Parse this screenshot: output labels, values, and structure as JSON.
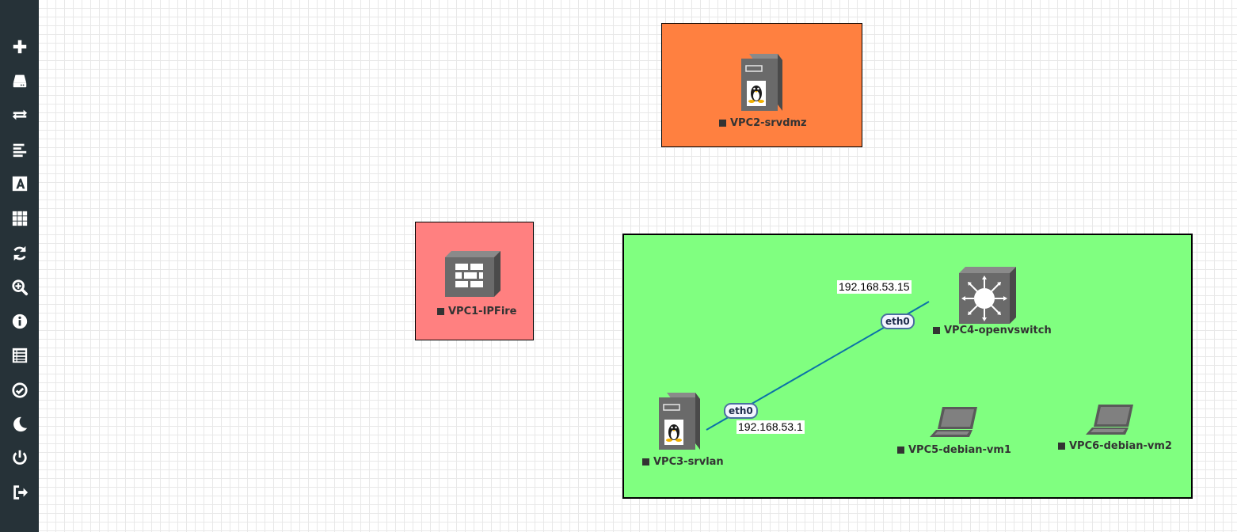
{
  "sidebar": {
    "items": [
      {
        "id": "add",
        "icon": "plus-icon"
      },
      {
        "id": "nodes",
        "icon": "hdd-icon"
      },
      {
        "id": "networks",
        "icon": "exchange-icon"
      },
      {
        "id": "startup-configs",
        "icon": "align-left-icon"
      },
      {
        "id": "text",
        "icon": "font-icon"
      },
      {
        "id": "grid",
        "icon": "th-icon"
      },
      {
        "id": "refresh",
        "icon": "refresh-icon"
      },
      {
        "id": "zoom",
        "icon": "zoom-icon"
      },
      {
        "id": "info",
        "icon": "info-icon"
      },
      {
        "id": "lab-details",
        "icon": "list-icon"
      },
      {
        "id": "status",
        "icon": "check-circle-icon"
      },
      {
        "id": "theme",
        "icon": "moon-icon"
      },
      {
        "id": "power",
        "icon": "power-icon"
      },
      {
        "id": "logout",
        "icon": "sign-out-icon"
      }
    ]
  },
  "colors": {
    "sidebar_bg": "#263238",
    "icon_fg": "#ffffff",
    "dmz_zone": "#ff8040",
    "firewall_zone": "#ff8080",
    "lan_zone": "#80ff80",
    "link": "#0b72a8"
  },
  "nodes": {
    "srvdmz": {
      "label": "VPC2-srvdmz",
      "icon": "linux-server-icon"
    },
    "ipfire": {
      "label": "VPC1-IPFire",
      "icon": "firewall-icon"
    },
    "openvswitch": {
      "label": "VPC4-openvswitch",
      "icon": "switch-icon"
    },
    "srvlan": {
      "label": "VPC3-srvlan",
      "icon": "linux-server-icon"
    },
    "debian_vm1": {
      "label": "VPC5-debian-vm1",
      "icon": "laptop-icon"
    },
    "debian_vm2": {
      "label": "VPC6-debian-vm2",
      "icon": "laptop-icon"
    }
  },
  "links": [
    {
      "from": "srvlan",
      "to": "openvswitch",
      "from_iface": "eth0",
      "to_iface": "eth0",
      "from_ip": "192.168.53.1",
      "to_ip": "192.168.53.15"
    }
  ]
}
